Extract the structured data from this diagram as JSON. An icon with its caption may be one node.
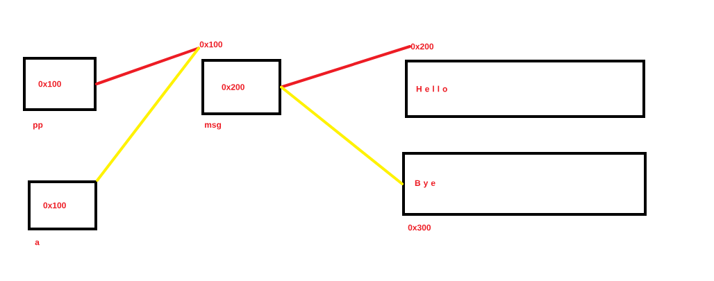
{
  "diagram": {
    "nodes": [
      {
        "text": [
          "0x100"
        ],
        "beside": [
          "pp"
        ]
      },
      {
        "text": [
          "0x100"
        ]
      },
      {
        "text": [
          "0x200"
        ],
        "beside": [
          "msg"
        ]
      },
      {
        "text": [
          "0x100"
        ],
        "beside": [
          "a"
        ]
      },
      {
        "text": [
          "0x200"
        ]
      },
      {
        "text": [
          "H e l l o"
        ]
      },
      {
        "text": [
          "B y e"
        ],
        "beside": [
          "0x300"
        ]
      }
    ],
    "edges": [
      {
        "from": 0,
        "to": 1,
        "arrow": "none",
        "color": "#ed1c24"
      },
      {
        "from": 3,
        "to": 1,
        "arrow": "none",
        "color": "#fff200"
      },
      {
        "from": 2,
        "to": 4,
        "arrow": "none",
        "color": "#ed1c24"
      },
      {
        "from": 2,
        "to": 6,
        "arrow": "none",
        "color": "#fff200"
      }
    ]
  }
}
